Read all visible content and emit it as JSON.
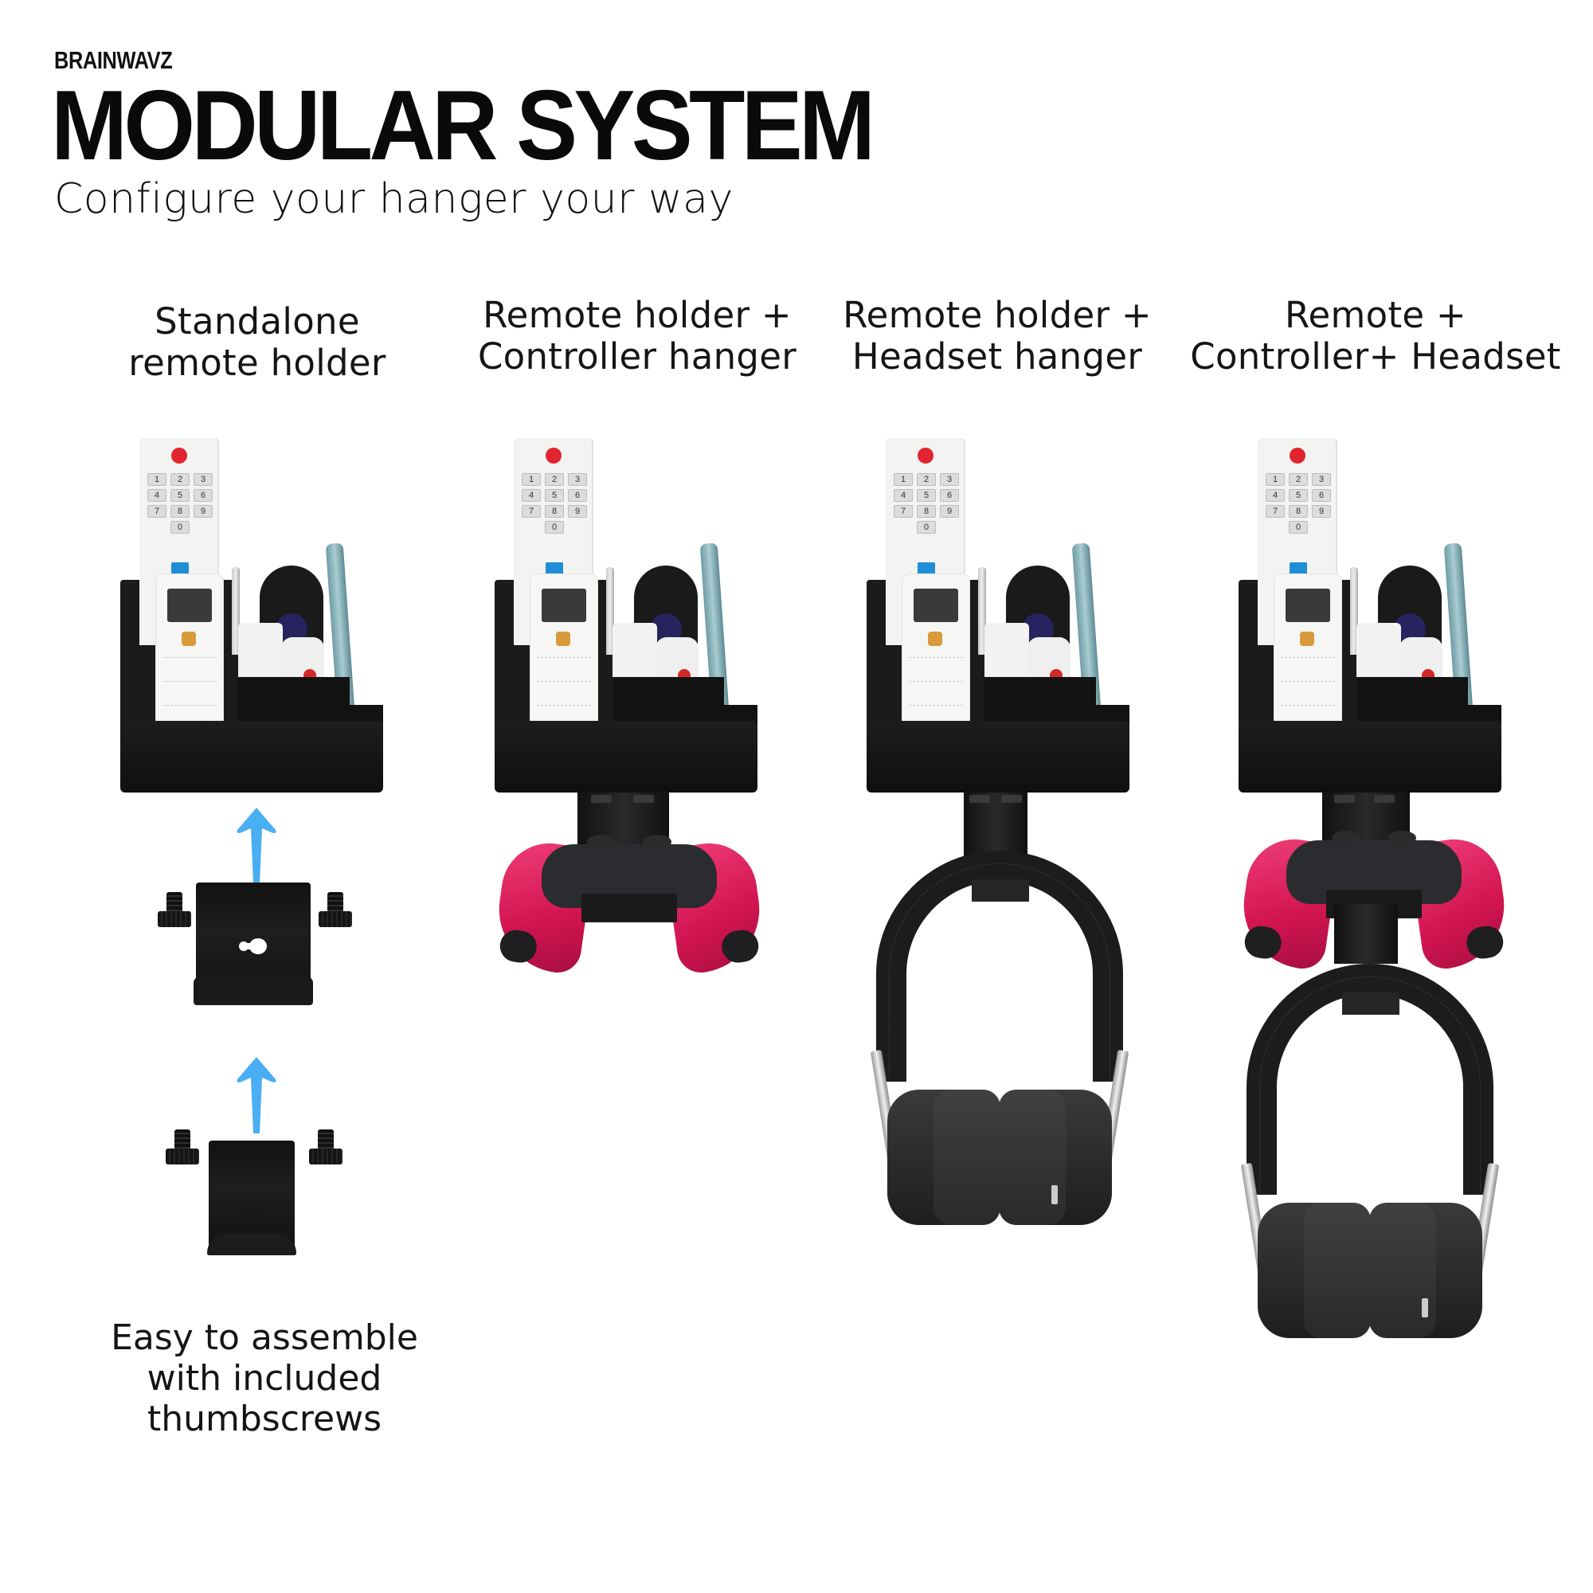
{
  "header": {
    "brand": "BRAINWAVZ",
    "title": "MODULAR SYSTEM",
    "subtitle": "Configure your hanger your way"
  },
  "configurations": [
    {
      "line1": "Standalone",
      "line2": "remote holder",
      "components": [
        "remote-holder"
      ]
    },
    {
      "line1": "Remote holder +",
      "line2": "Controller hanger",
      "components": [
        "remote-holder",
        "controller-hanger"
      ]
    },
    {
      "line1": "Remote holder +",
      "line2": "Headset hanger",
      "components": [
        "remote-holder",
        "headset-hanger"
      ]
    },
    {
      "line1": "Remote +",
      "line2": "Controller+ Headset",
      "components": [
        "remote-holder",
        "controller-hanger",
        "headset-hanger"
      ]
    }
  ],
  "assembly": {
    "note_line1": "Easy to assemble",
    "note_line2": "with included",
    "note_line3": "thumbscrews",
    "arrow_icon": "arrow-up-icon",
    "parts": [
      "controller-bracket",
      "headset-bracket",
      "thumbscrew",
      "thumbscrew",
      "thumbscrew",
      "thumbscrew"
    ]
  },
  "remote_keys": [
    "1",
    "2",
    "3",
    "4",
    "5",
    "6",
    "7",
    "8",
    "9",
    "0"
  ],
  "colors": {
    "background": "#ffffff",
    "text": "#111111",
    "arrow_blue": "#4aaef2",
    "holder_black": "#141414",
    "controller_pink": "#d81a55",
    "power_red": "#e02530",
    "home_blue": "#1e8ed6",
    "ac_power_orange": "#d89a3a"
  }
}
